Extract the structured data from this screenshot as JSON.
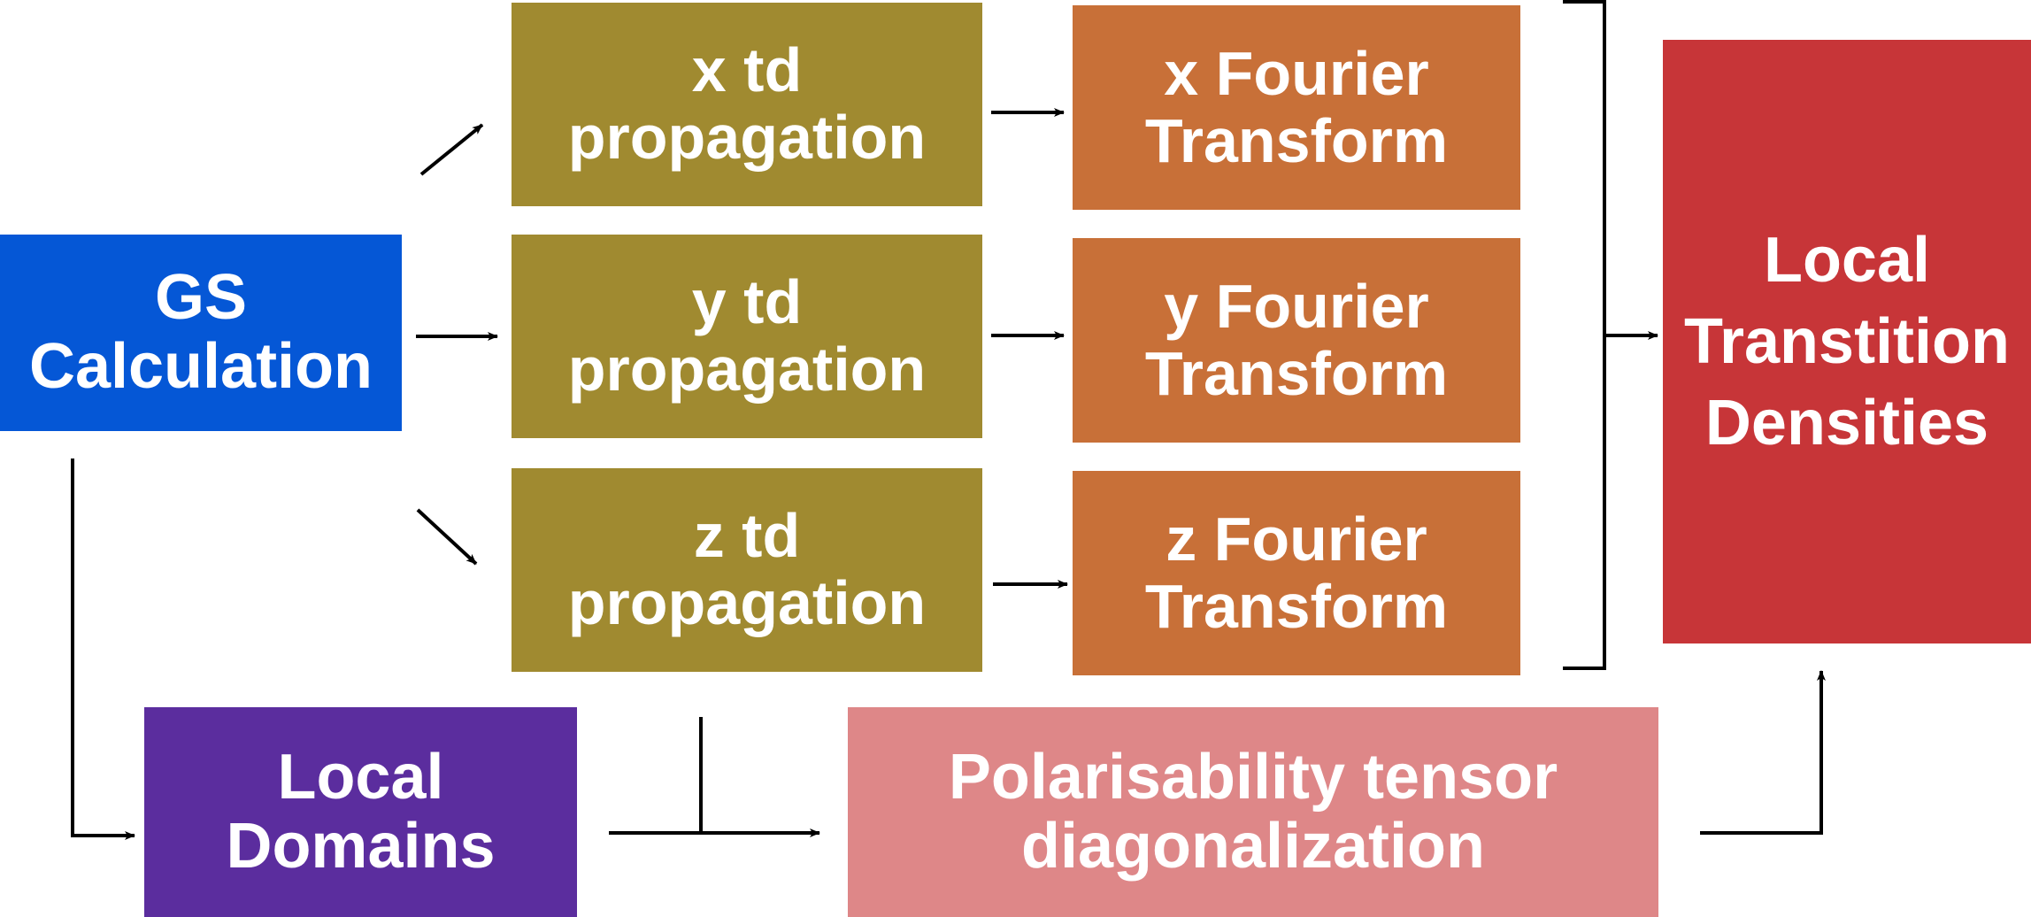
{
  "colors": {
    "gs": "#0557d6",
    "propagation": "#a08a30",
    "fourier": "#c87038",
    "ltd": "#c73538",
    "local_domains": "#5b2d9e",
    "polarisability": "#de8788",
    "arrow": "#000000",
    "text": "#ffffff"
  },
  "nodes": {
    "gs": {
      "line1": "GS",
      "line2": "Calculation"
    },
    "x_prop": {
      "line1": "x td",
      "line2": "propagation"
    },
    "y_prop": {
      "line1": "y td",
      "line2": "propagation"
    },
    "z_prop": {
      "line1": "z td",
      "line2": "propagation"
    },
    "x_ft": {
      "line1": "x Fourier",
      "line2": "Transform"
    },
    "y_ft": {
      "line1": "y Fourier",
      "line2": "Transform"
    },
    "z_ft": {
      "line1": "z Fourier",
      "line2": "Transform"
    },
    "ltd": {
      "line1": "Local",
      "line2": "Transtition",
      "line3": "Densities"
    },
    "local_domains": {
      "line1": "Local",
      "line2": "Domains"
    },
    "polarisability": {
      "line1": "Polarisability tensor",
      "line2": "diagonalization"
    }
  },
  "edges": [
    {
      "from": "gs",
      "to": "x_prop"
    },
    {
      "from": "gs",
      "to": "y_prop"
    },
    {
      "from": "gs",
      "to": "z_prop"
    },
    {
      "from": "x_prop",
      "to": "x_ft"
    },
    {
      "from": "y_prop",
      "to": "y_ft"
    },
    {
      "from": "z_prop",
      "to": "z_ft"
    },
    {
      "from": "fourier_group",
      "to": "ltd"
    },
    {
      "from": "gs",
      "to": "local_domains"
    },
    {
      "from": "local_domains",
      "to": "polarisability"
    },
    {
      "from": "propagation_group",
      "to": "polarisability"
    },
    {
      "from": "polarisability",
      "to": "ltd"
    }
  ]
}
